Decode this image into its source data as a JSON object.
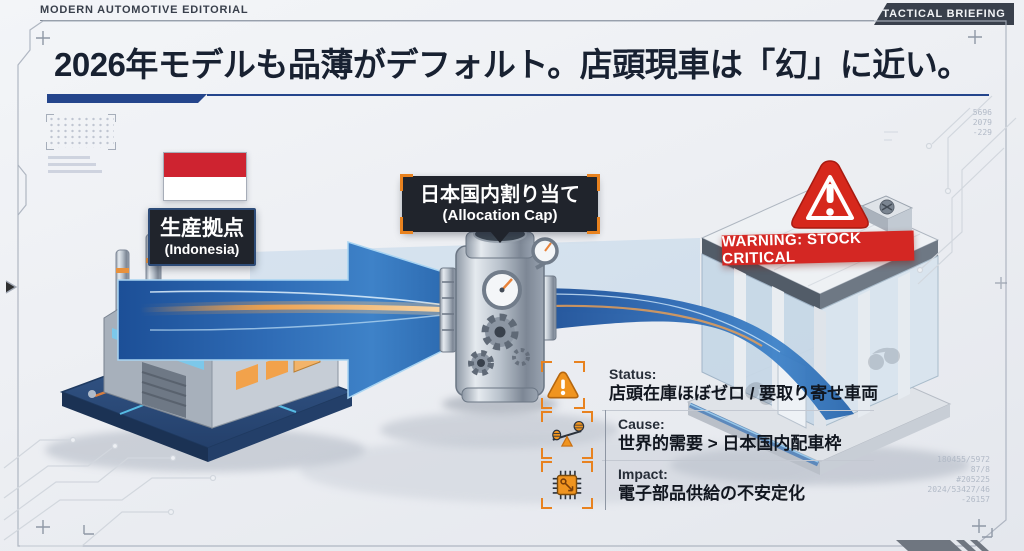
{
  "header": {
    "eyebrow": "MODERN AUTOMOTIVE EDITORIAL",
    "badge": "TACTICAL BRIEFING",
    "headline": "2026年モデルも品薄がデフォルト。店頭現車は「幻」に近い。"
  },
  "flow": {
    "source_label": {
      "title": "生産拠点",
      "subtitle": "(Indonesia)"
    },
    "source_flag": "indonesia-flag",
    "bottleneck_label": {
      "title": "日本国内割り当て",
      "subtitle": "(Allocation Cap)"
    },
    "warning_banner": "WARNING: STOCK CRITICAL"
  },
  "details": [
    {
      "icon": "warning-triangle-icon",
      "label": "Status:",
      "value": "店頭在庫ほぼゼロ / 要取り寄せ車両"
    },
    {
      "icon": "balance-scale-icon",
      "label": "Cause:",
      "value": "世界的需要 > 日本国内配車枠"
    },
    {
      "icon": "chip-icon",
      "label": "Impact:",
      "value": "電子部品供給の不安定化"
    }
  ],
  "decor": {
    "top_right_numbers": [
      "5696",
      "2079",
      "-229"
    ],
    "bottom_right_numbers": [
      "180455/5972",
      "87/8",
      "#205225",
      "2024/53427/46",
      "-26157"
    ]
  },
  "colors": {
    "accent_blue": "#24458c",
    "flow_blue": "#2f6cb6",
    "accent_orange": "#e8821f",
    "alert_red": "#d42723",
    "label_bg": "#20242c",
    "headline_text": "#182131",
    "flag_red": "#ce2330"
  }
}
